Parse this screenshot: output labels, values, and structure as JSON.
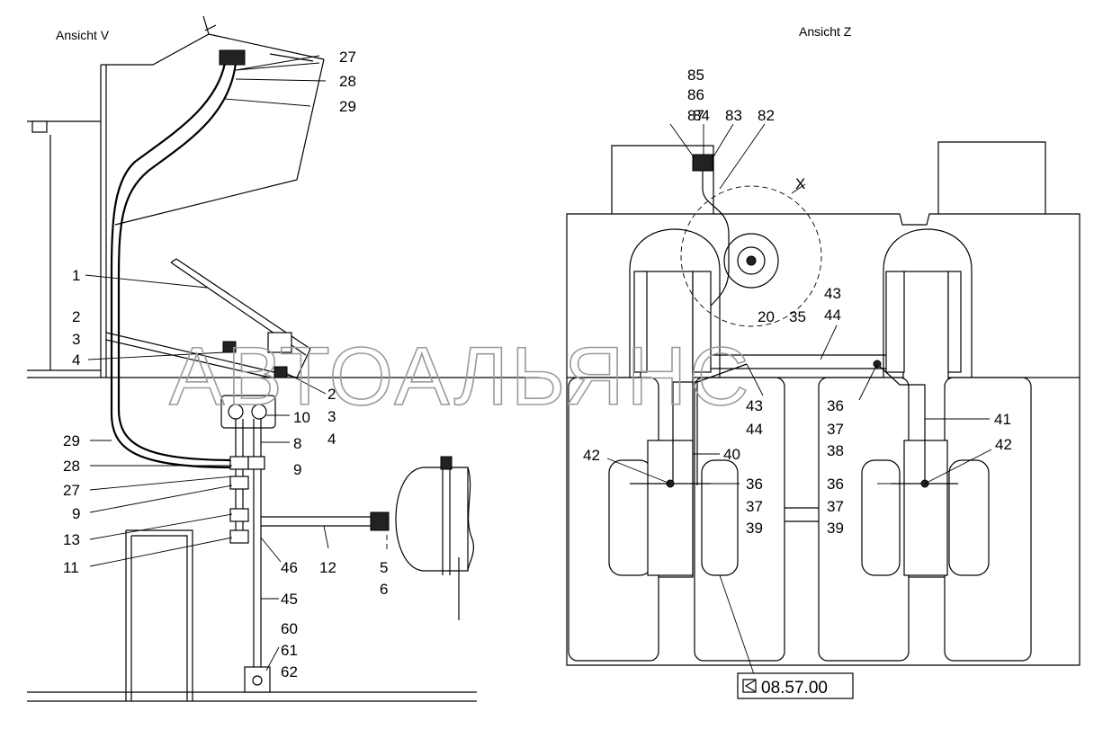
{
  "views": {
    "left_title": "Ansicht V",
    "right_title": "Ansicht Z",
    "detail_mark": "X"
  },
  "watermark": "АВТОАЛЬЯНС",
  "reference": {
    "code": "08.57.00"
  },
  "left_labels": [
    {
      "id": "l27a",
      "text": "27"
    },
    {
      "id": "l28a",
      "text": "28"
    },
    {
      "id": "l29a",
      "text": "29"
    },
    {
      "id": "l1",
      "text": "1"
    },
    {
      "id": "l2a",
      "text": "2"
    },
    {
      "id": "l3a",
      "text": "3"
    },
    {
      "id": "l4a",
      "text": "4"
    },
    {
      "id": "l2b",
      "text": "2"
    },
    {
      "id": "l3b",
      "text": "3"
    },
    {
      "id": "l4b",
      "text": "4"
    },
    {
      "id": "l10",
      "text": "10"
    },
    {
      "id": "l8",
      "text": "8"
    },
    {
      "id": "l29b",
      "text": "29"
    },
    {
      "id": "l28b",
      "text": "28"
    },
    {
      "id": "l9a",
      "text": "9"
    },
    {
      "id": "l27b",
      "text": "27"
    },
    {
      "id": "l9b",
      "text": "9"
    },
    {
      "id": "l13",
      "text": "13"
    },
    {
      "id": "l11",
      "text": "11"
    },
    {
      "id": "l46",
      "text": "46"
    },
    {
      "id": "l12",
      "text": "12"
    },
    {
      "id": "l5",
      "text": "5"
    },
    {
      "id": "l6",
      "text": "6"
    },
    {
      "id": "l45",
      "text": "45"
    },
    {
      "id": "l60",
      "text": "60"
    },
    {
      "id": "l61",
      "text": "61"
    },
    {
      "id": "l62",
      "text": "62"
    }
  ],
  "right_labels": [
    {
      "id": "r85",
      "text": "85"
    },
    {
      "id": "r86",
      "text": "86"
    },
    {
      "id": "r87",
      "text": "87"
    },
    {
      "id": "r84",
      "text": "84"
    },
    {
      "id": "r83",
      "text": "83"
    },
    {
      "id": "r82",
      "text": "82"
    },
    {
      "id": "r20",
      "text": "20"
    },
    {
      "id": "r35",
      "text": "35"
    },
    {
      "id": "r43a",
      "text": "43"
    },
    {
      "id": "r44a",
      "text": "44"
    },
    {
      "id": "r43b",
      "text": "43"
    },
    {
      "id": "r44b",
      "text": "44"
    },
    {
      "id": "r36a",
      "text": "36"
    },
    {
      "id": "r37a",
      "text": "37"
    },
    {
      "id": "r38",
      "text": "38"
    },
    {
      "id": "r41",
      "text": "41"
    },
    {
      "id": "r40",
      "text": "40"
    },
    {
      "id": "r42a",
      "text": "42"
    },
    {
      "id": "r42b",
      "text": "42"
    },
    {
      "id": "r36b",
      "text": "36"
    },
    {
      "id": "r37b",
      "text": "37"
    },
    {
      "id": "r39a",
      "text": "39"
    },
    {
      "id": "r36c",
      "text": "36"
    },
    {
      "id": "r37c",
      "text": "37"
    },
    {
      "id": "r39b",
      "text": "39"
    }
  ]
}
